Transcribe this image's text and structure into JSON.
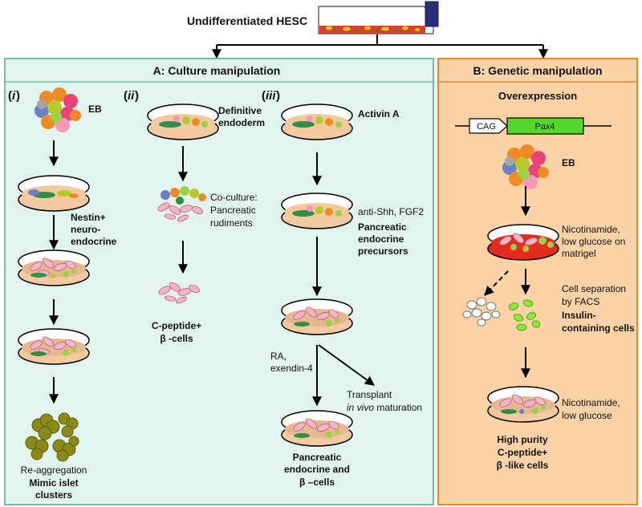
{
  "top": {
    "label": "Undifferentiated HESC"
  },
  "panel_a": {
    "title": "A: Culture manipulation",
    "colors": {
      "bg": "#e2f4ee",
      "border": "#6fbfa7"
    },
    "col_i": {
      "numeral": "i",
      "eb": "EB",
      "nestin_1": "Nestin+",
      "nestin_2": "neuro-",
      "nestin_3": "endocrine",
      "reagg": "Re-aggregation",
      "mimic_1": "Mimic islet",
      "mimic_2": "clusters"
    },
    "col_ii": {
      "numeral": "ii",
      "def_1": "Definitive",
      "def_2": "endoderm",
      "cocult_1": "Co-culture:",
      "cocult_2": "Pancreatic",
      "cocult_3": "rudiments",
      "cpep_1": "C-peptide+",
      "cpep_2": "β -cells"
    },
    "col_iii": {
      "numeral": "iii",
      "activin": "Activin A",
      "antishh": "anti-Shh, FGF2",
      "prec_1": "Pancreatic",
      "prec_2": "endocrine",
      "prec_3": "precursors",
      "ra": "RA,",
      "exendin": "exendin-4",
      "transplant": "Transplant",
      "invivo_it": "in vivo",
      "invivo_rest": " maturation",
      "final_1": "Pancreatic",
      "final_2": "endocrine and",
      "final_3": "β –cells"
    }
  },
  "panel_b": {
    "title": "B: Genetic manipulation",
    "colors": {
      "bg": "#fbd3a6",
      "border": "#e08a2c"
    },
    "overexpression": "Overexpression",
    "cag": "CAG",
    "pax4": "Pax4",
    "eb": "EB",
    "nico_1": "Nicotinamide,",
    "nico_2": "low glucose on",
    "nico_3": "matrigel",
    "sep_1": "Cell separation",
    "sep_2": "by FACS",
    "ins_1": "Insulin-",
    "ins_2": "containing cells",
    "nico2_1": "Nicotinamide,",
    "nico2_2": "low glucose",
    "hp_1": "High purity",
    "hp_2": "C-peptide+",
    "hp_3": "β -like cells"
  }
}
